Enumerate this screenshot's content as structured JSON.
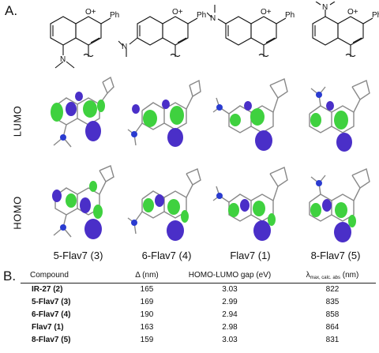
{
  "panel_labels": {
    "a": "A.",
    "b": "B."
  },
  "structure_labels": {
    "charge": "O+",
    "phenyl": "Ph",
    "n_methyl": "N"
  },
  "rows": {
    "lumo": "LUMO",
    "homo": "HOMO"
  },
  "compounds": [
    "5-Flav7 (3)",
    "6-Flav7 (4)",
    "Flav7 (1)",
    "8-Flav7 (5)"
  ],
  "colors": {
    "lobe_positive": "#3fd13f",
    "lobe_negative": "#4a2fc8",
    "bond": "#888888",
    "atom_n": "#2a3bd0"
  },
  "table": {
    "headers": {
      "compound": "Compound",
      "delta": "Δ (nm)",
      "gap": "HOMO-LUMO gap (eV)",
      "lambda_symbol": "λ",
      "lambda_sub": "max, calc. abs",
      "lambda_unit": "(nm)"
    },
    "rows": [
      {
        "compound": "IR-27 (2)",
        "delta": "165",
        "gap": "3.03",
        "lambda": "822"
      },
      {
        "compound": "5-Flav7 (3)",
        "delta": "169",
        "gap": "2.99",
        "lambda": "835"
      },
      {
        "compound": "6-Flav7 (4)",
        "delta": "190",
        "gap": "2.94",
        "lambda": "858"
      },
      {
        "compound": "Flav7 (1)",
        "delta": "163",
        "gap": "2.98",
        "lambda": "864"
      },
      {
        "compound": "8-Flav7 (5)",
        "delta": "159",
        "gap": "3.03",
        "lambda": "831"
      }
    ]
  }
}
